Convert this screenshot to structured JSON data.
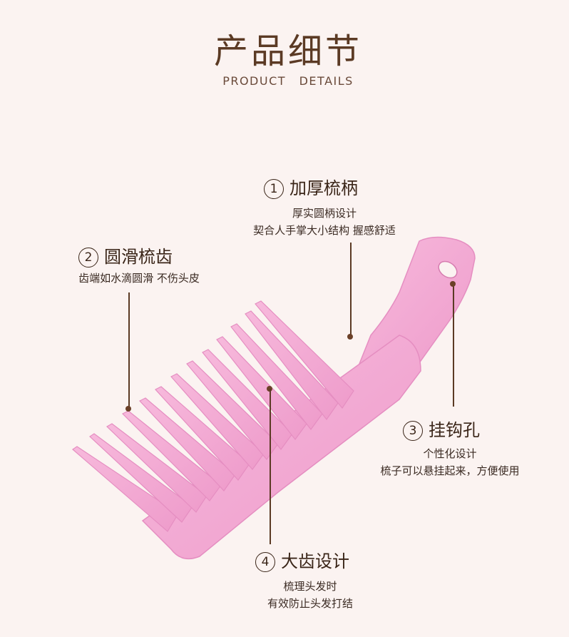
{
  "header": {
    "title": "产品细节",
    "subtitle": "PRODUCT DETAILS"
  },
  "features": [
    {
      "num": "1",
      "title": "加厚梳柄",
      "lines": [
        "厚实圆柄设计",
        "契合人手掌大小结构 握感舒适"
      ]
    },
    {
      "num": "2",
      "title": "圆滑梳齿",
      "lines": [
        "齿端如水滴圆滑 不伤头皮"
      ]
    },
    {
      "num": "3",
      "title": "挂钩孔",
      "lines": [
        "个性化设计",
        "梳子可以悬挂起来，方便使用"
      ]
    },
    {
      "num": "4",
      "title": "大齿设计",
      "lines": [
        "梳理头发时",
        "有效防止头发打结"
      ]
    }
  ],
  "colors": {
    "background": "#fbf3f1",
    "comb": "#f2a8d4",
    "text": "#3a2518",
    "leader": "#5b3a24"
  }
}
